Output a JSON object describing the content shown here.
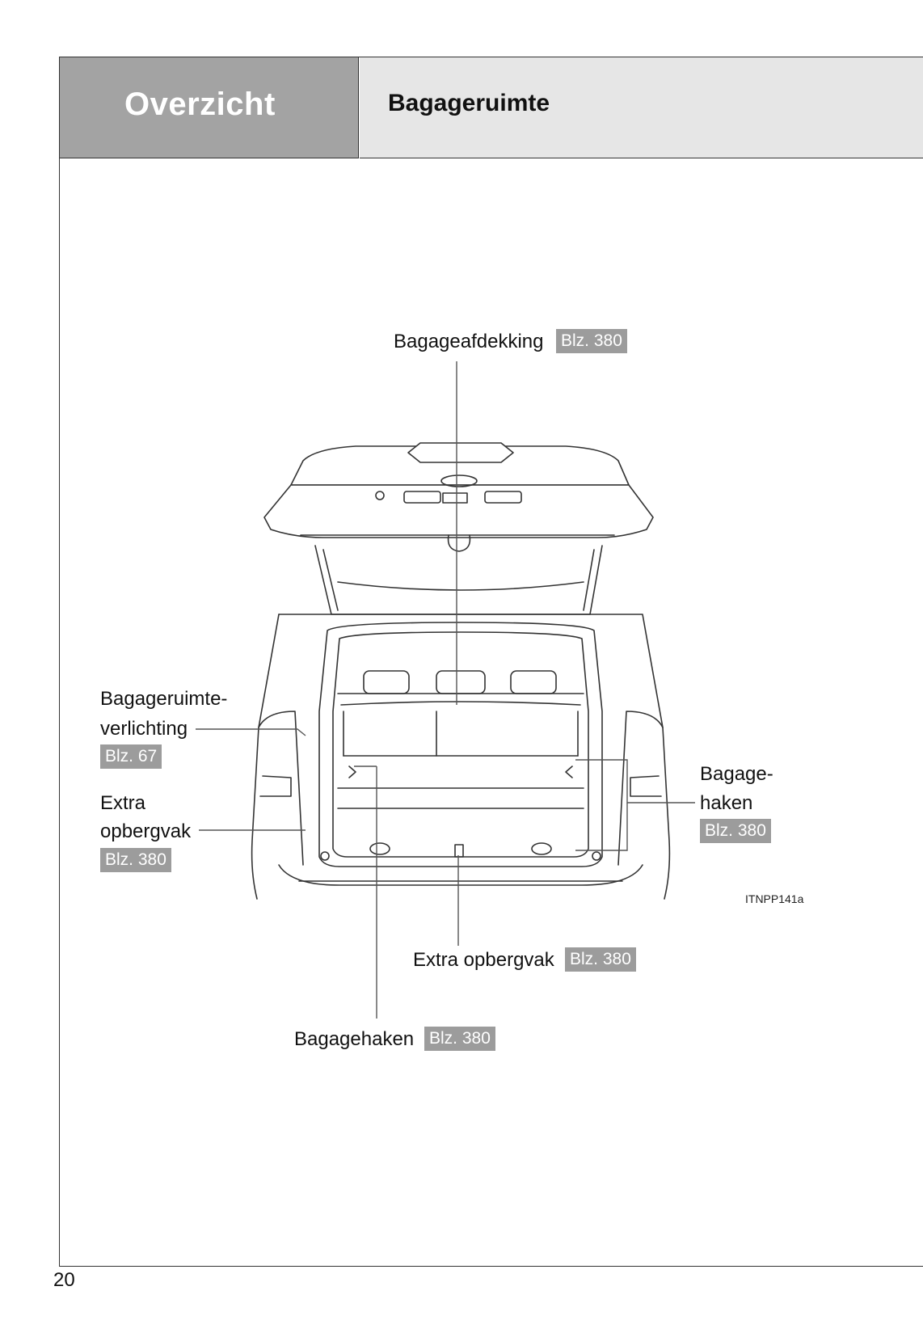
{
  "header": {
    "section": "Overzicht",
    "title": "Bagageruimte"
  },
  "callouts": {
    "cover": {
      "label": "Bagageafdekking",
      "ref": "Blz. 380"
    },
    "light": {
      "label_line1": "Bagageruimte-",
      "label_line2": "verlichting",
      "ref": "Blz. 67"
    },
    "extra_left": {
      "label_line1": "Extra",
      "label_line2": "opbergvak",
      "ref": "Blz. 380"
    },
    "hooks_right": {
      "label_line1": "Bagage-",
      "label_line2": "haken",
      "ref": "Blz. 380"
    },
    "extra_bottom": {
      "label": "Extra opbergvak",
      "ref": "Blz. 380"
    },
    "hooks_bottom": {
      "label": "Bagagehaken",
      "ref": "Blz. 380"
    }
  },
  "figure_id": "ITNPP141a",
  "page_number": "20"
}
